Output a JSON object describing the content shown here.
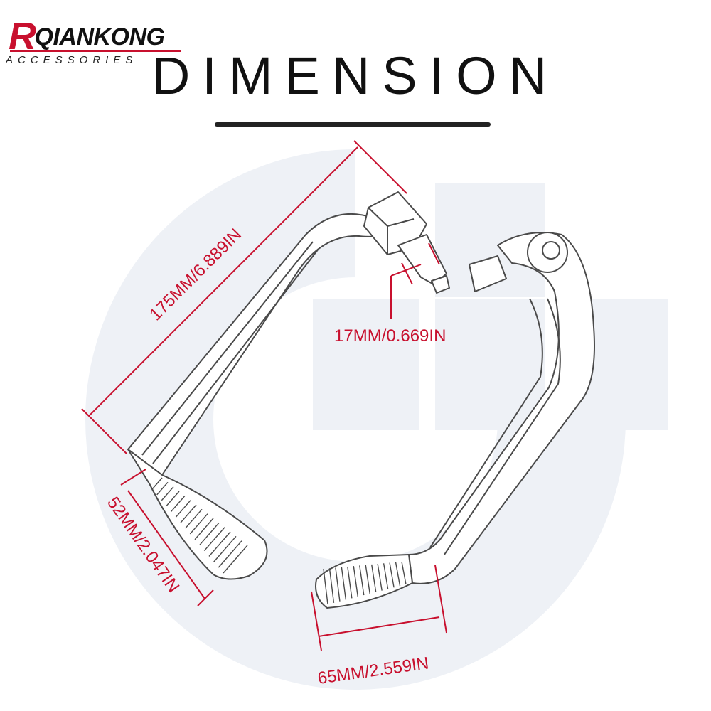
{
  "brand": {
    "initial": "R",
    "name": "QIANKONG",
    "tagline": "ACCESSORIES",
    "accent_color": "#c8102e"
  },
  "title": "DIMENSION",
  "dimensions": {
    "length": "175MM/6.889IN",
    "mount_diameter": "17MM/0.669IN",
    "grip_length": "52MM/2.047IN",
    "bar_end_width": "65MM/2.559IN"
  },
  "colors": {
    "dimension_line": "#c8102e",
    "outline": "#4a4a4a",
    "watermark": "#eef1f6"
  }
}
